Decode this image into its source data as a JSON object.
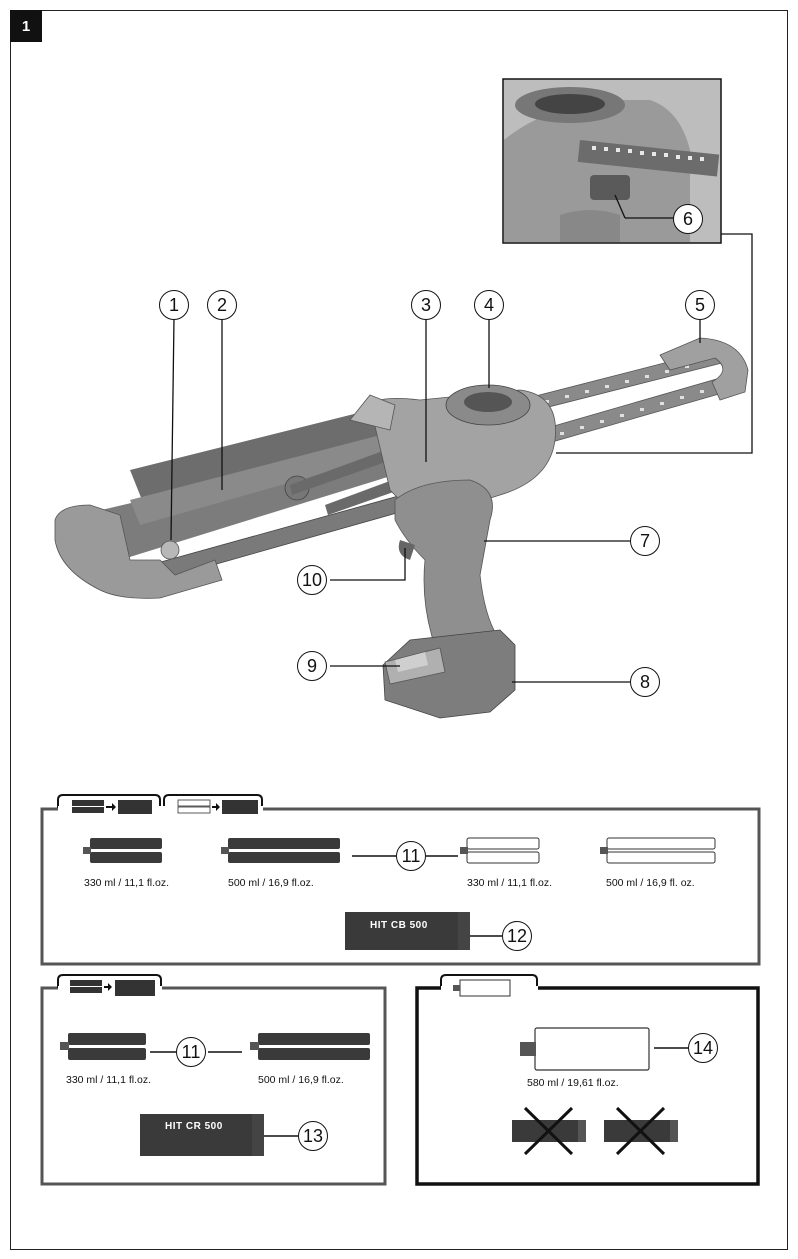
{
  "figure_number": "1",
  "callouts": [
    "1",
    "2",
    "3",
    "4",
    "5",
    "6",
    "7",
    "8",
    "9",
    "10",
    "11",
    "12",
    "13",
    "14"
  ],
  "cartridge_sizes": {
    "small": "330 ml / 11,1 fl.oz.",
    "large": "500 ml / 16,9 fl.oz.",
    "large_alt": "500 ml / 16,9 fl. oz.",
    "xl": "580 ml / 19,61 fl.oz."
  },
  "cartridge_labels": {
    "cb": "HIT CB 500",
    "cr": "HIT CR 500"
  },
  "colors": {
    "panel_border_gray": "#555555",
    "panel_border_black": "#111111",
    "tool_gray": "#8c8c8c",
    "cartridge_dark": "#3a3a3a"
  }
}
